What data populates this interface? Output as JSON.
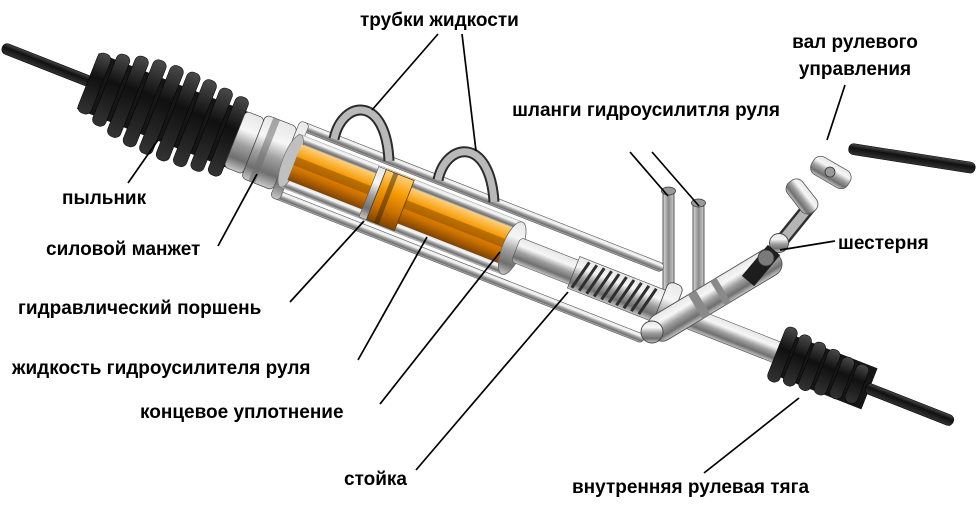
{
  "labels": {
    "fluid_tubes": "трубки жидкости",
    "steering_shaft": "вал рулевого управления",
    "ps_hoses": "шланги гидроусилитля руля",
    "dust_boot": "пыльник",
    "power_seal": "силовой манжет",
    "hydraulic_piston": "гидравлический поршень",
    "ps_fluid": "жидкость гидроусилителя руля",
    "end_seal": "концевое уплотнение",
    "strut": "стойка",
    "inner_tie_rod": "внутренняя рулевая тяга",
    "pinion": "шестерня"
  },
  "colors": {
    "background": "#ffffff",
    "label_text": "#000000",
    "leader_line": "#000000",
    "metal_highlight": "#f0f0f0",
    "metal_shadow": "#6f6f6f",
    "boot_black": "#141414",
    "fluid_orange": "#e58900"
  }
}
